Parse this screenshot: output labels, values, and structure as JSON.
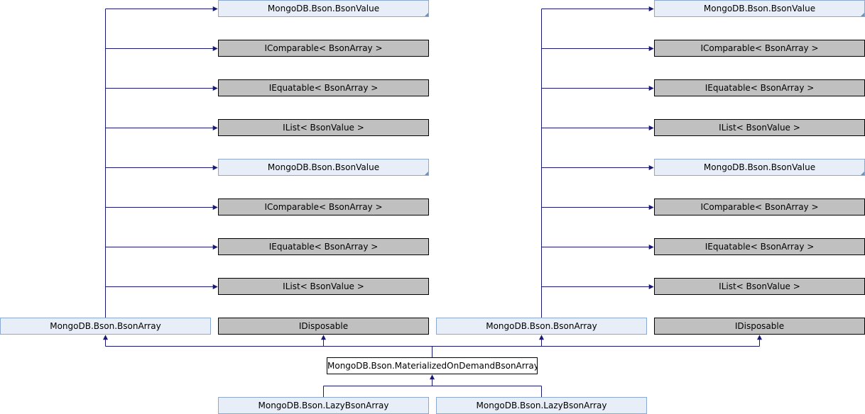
{
  "colors": {
    "edge": "#191970",
    "class_fill": "#e8eef7",
    "class_border": "#8ba8d0",
    "external_fill": "#c0c0c0",
    "main_fill": "#ffffff"
  },
  "left": {
    "bases": [
      {
        "label": "MongoDB.Bson.BsonValue",
        "kind": "class"
      },
      {
        "label": "IComparable< BsonArray >",
        "kind": "external"
      },
      {
        "label": "IEquatable< BsonArray >",
        "kind": "external"
      },
      {
        "label": "IList< BsonValue >",
        "kind": "external"
      },
      {
        "label": "MongoDB.Bson.BsonValue",
        "kind": "class"
      },
      {
        "label": "IComparable< BsonArray >",
        "kind": "external"
      },
      {
        "label": "IEquatable< BsonArray >",
        "kind": "external"
      },
      {
        "label": "IList< BsonValue >",
        "kind": "external"
      }
    ],
    "array": {
      "label": "MongoDB.Bson.BsonArray"
    },
    "disposable": {
      "label": "IDisposable"
    }
  },
  "right": {
    "bases": [
      {
        "label": "MongoDB.Bson.BsonValue",
        "kind": "class"
      },
      {
        "label": "IComparable< BsonArray >",
        "kind": "external"
      },
      {
        "label": "IEquatable< BsonArray >",
        "kind": "external"
      },
      {
        "label": "IList< BsonValue >",
        "kind": "external"
      },
      {
        "label": "MongoDB.Bson.BsonValue",
        "kind": "class"
      },
      {
        "label": "IComparable< BsonArray >",
        "kind": "external"
      },
      {
        "label": "IEquatable< BsonArray >",
        "kind": "external"
      },
      {
        "label": "IList< BsonValue >",
        "kind": "external"
      }
    ],
    "array": {
      "label": "MongoDB.Bson.BsonArray"
    },
    "disposable": {
      "label": "IDisposable"
    }
  },
  "main": {
    "label": "MongoDB.Bson.MaterializedOnDemandBsonArray"
  },
  "derived": [
    {
      "label": "MongoDB.Bson.LazyBsonArray"
    },
    {
      "label": "MongoDB.Bson.LazyBsonArray"
    }
  ]
}
